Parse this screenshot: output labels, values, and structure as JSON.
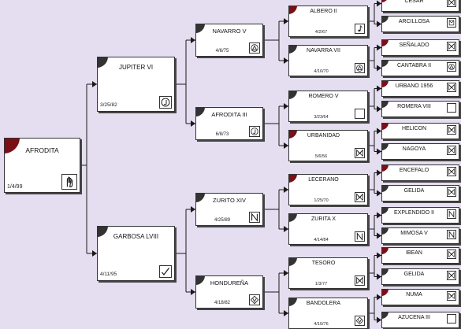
{
  "pedigree": {
    "subject": {
      "name": "AFRODITA",
      "date": "1/4/99",
      "icon": "hand-brand-icon",
      "sex": "female"
    },
    "sire": {
      "name": "JUPITER VI",
      "date": "3/25/82",
      "icon": "circle-j-brand-icon",
      "sex": "male"
    },
    "dam": {
      "name": "GARBOSA LVIII",
      "date": "4/11/95",
      "icon": "check-slash-brand-icon",
      "sex": "male"
    },
    "gen3": [
      {
        "name": "NAVARRO V",
        "date": "4/6/75",
        "icon": "circle-triangle-brand-icon",
        "sex": "male"
      },
      {
        "name": "AFRODITA III",
        "date": "6/8/73",
        "icon": "circle-j-brand-icon",
        "sex": "male"
      },
      {
        "name": "ZURITO XIV",
        "date": "4/25/89",
        "icon": "n-brand-icon",
        "sex": "male"
      },
      {
        "name": "HONDUREÑA",
        "date": "4/18/82",
        "icon": "circle-v-brand-icon",
        "sex": "male"
      }
    ],
    "gen4": [
      {
        "name": "ALBERO II",
        "date": "4/2/67",
        "icon": "music-note-brand-icon",
        "sex": "female"
      },
      {
        "name": "NAVARRA VII",
        "date": "4/16/70",
        "icon": "circle-triangle-brand-icon",
        "sex": "male"
      },
      {
        "name": "ROMERO V",
        "date": "3/23/64",
        "icon": "blank-brand-icon",
        "sex": "male"
      },
      {
        "name": "URBANIDAD",
        "date": "5/6/56",
        "icon": "m-brand-icon",
        "sex": "female"
      },
      {
        "name": "LECERANO",
        "date": "1/25/70",
        "icon": "m-brand-icon",
        "sex": "female"
      },
      {
        "name": "ZURITA X",
        "date": "4/14/84",
        "icon": "n-brand-icon",
        "sex": "male"
      },
      {
        "name": "TESORO",
        "date": "1/3/77",
        "icon": "m-brand-icon",
        "sex": "male"
      },
      {
        "name": "BANDOLERA",
        "date": "4/10/76",
        "icon": "circle-v-brand-icon",
        "sex": "male"
      }
    ],
    "gen5": [
      {
        "name": "CESAR",
        "icon": "m-brand-icon",
        "sex": "female"
      },
      {
        "name": "ARCILLOSA",
        "icon": "box-brand-icon",
        "sex": "male"
      },
      {
        "name": "SEÑALADO",
        "icon": "m-brand-icon",
        "sex": "female"
      },
      {
        "name": "CANTABRA II",
        "icon": "circle-triangle-brand-icon",
        "sex": "male"
      },
      {
        "name": "URBANO 1956",
        "icon": "m-brand-icon",
        "sex": "female"
      },
      {
        "name": "ROMERA VIII",
        "icon": "blank-brand-icon",
        "sex": "male"
      },
      {
        "name": "HELICON",
        "icon": "m-brand-icon",
        "sex": "female"
      },
      {
        "name": "NAGOYA",
        "icon": "m-brand-icon",
        "sex": "male"
      },
      {
        "name": "ENCEFALO",
        "icon": "m-brand-icon",
        "sex": "female"
      },
      {
        "name": "GELIDA",
        "icon": "m-brand-icon",
        "sex": "male"
      },
      {
        "name": "EXPLENDIDO II",
        "icon": "n-brand-icon",
        "sex": "male"
      },
      {
        "name": "MIMOSA V",
        "icon": "n-brand-icon",
        "sex": "male"
      },
      {
        "name": "IBEAN",
        "icon": "m-brand-icon",
        "sex": "female"
      },
      {
        "name": "GELIDA",
        "icon": "m-brand-icon",
        "sex": "male"
      },
      {
        "name": "NUMA",
        "icon": "m-brand-icon",
        "sex": "female"
      },
      {
        "name": "AZUCENA III",
        "icon": "blank-brand-icon",
        "sex": "male"
      }
    ]
  },
  "colors": {
    "background": "#e5ddf0",
    "female_corner": "#7a0f18",
    "male_corner": "#333333",
    "line": "#1a1a1a"
  }
}
